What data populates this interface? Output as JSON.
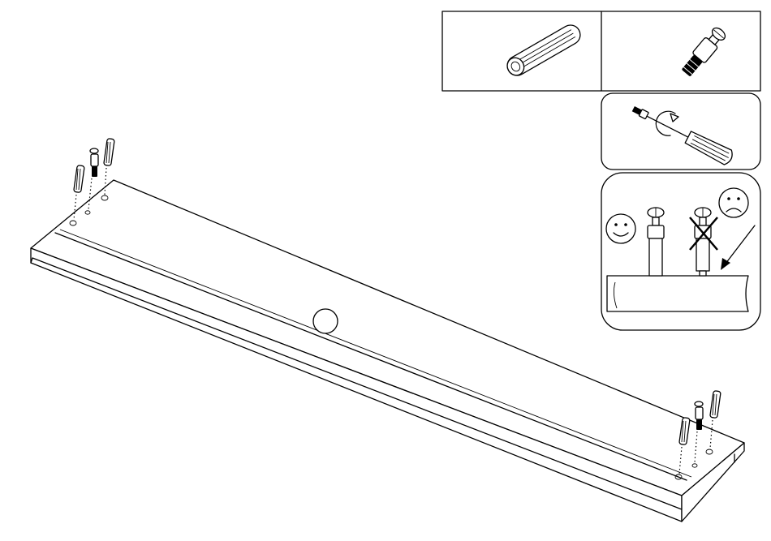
{
  "diagram": {
    "step_number_label": "",
    "panels": [
      {
        "name": "wooden-dowel",
        "icon": "dowel-icon"
      },
      {
        "name": "cam-bolt",
        "icon": "cam-bolt-icon"
      },
      {
        "name": "screwdriver-instruction",
        "icon": "screwdriver-icon"
      },
      {
        "name": "correct-vs-incorrect-depth",
        "icon": "smiley-icon"
      }
    ],
    "colors": {
      "line": "#000000",
      "background": "#ffffff",
      "shade": "#d9d9d9"
    }
  }
}
